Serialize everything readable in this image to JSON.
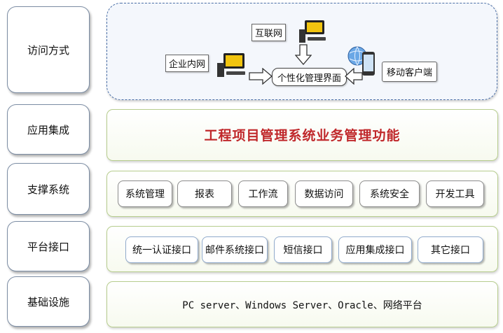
{
  "layers": [
    {
      "label": "访问方式"
    },
    {
      "label": "应用集成"
    },
    {
      "label": "支撑系统"
    },
    {
      "label": "平台接口"
    },
    {
      "label": "基础设施"
    }
  ],
  "access": {
    "internet": "互联网",
    "intranet": "企业内网",
    "mobile": "移动客户端",
    "portal": "个性化管理界面"
  },
  "integration": {
    "title": "工程项目管理系统业务管理功能",
    "title_color": "#c0282b"
  },
  "support": [
    "系统管理",
    "报表",
    "工作流",
    "数据访问",
    "系统安全",
    "开发工具"
  ],
  "interfaces": [
    "统一认证接口",
    "邮件系统接口",
    "短信接口",
    "应用集成接口",
    "其它接口"
  ],
  "infrastructure": {
    "text": "PC server、Windows Server、Oracle、网络平台"
  }
}
